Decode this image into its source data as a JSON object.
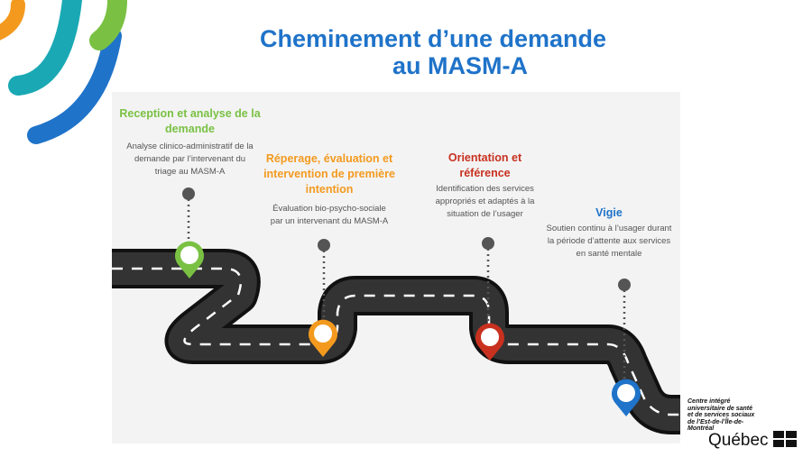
{
  "title": {
    "line1": "Cheminement d’une demande",
    "line2": "au MASM-A"
  },
  "steps": [
    {
      "title": "Reception et analyse de la demande",
      "desc": "Analyse clinico-administratif de la demande par l’intervenant du triage au MASM-A",
      "color": "#7ac143"
    },
    {
      "title": "Réperage, évaluation et intervention de première intention",
      "desc": "Évaluation bio-psycho-sociale par un intervenant du MASM-A",
      "color": "#f39a1e"
    },
    {
      "title": "Orientation et référence",
      "desc": "Identification des services appropriés et adaptés à la situation de l’usager",
      "color": "#c8311f"
    },
    {
      "title": "Vigie",
      "desc": "Soutien continu à l’usager durant la période d’attente aux services en santé mentale",
      "color": "#1f73c9"
    }
  ],
  "logo": {
    "org": "Centre intégré universitaire de santé et de services sociaux de l’Est-de-l’Île-de-Montréal",
    "gov": "Québec"
  }
}
